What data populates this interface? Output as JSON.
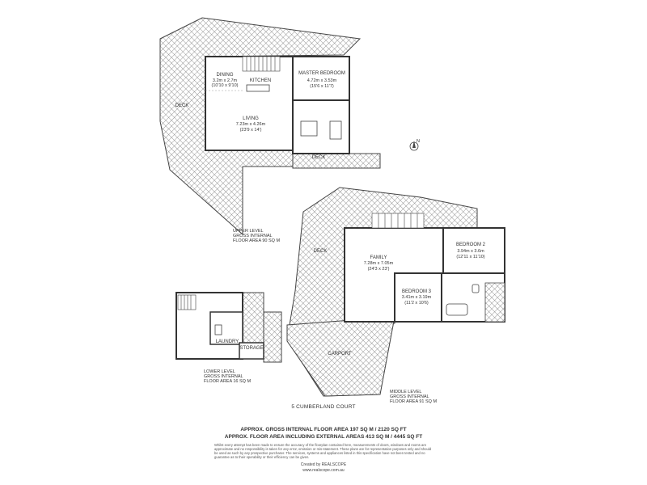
{
  "upper_level": {
    "rooms": [
      {
        "name": "DINING",
        "dims": "3.2m x 2.7m",
        "imperial": "(10'10 x 9'10)"
      },
      {
        "name": "KITCHEN",
        "dims": "",
        "imperial": ""
      },
      {
        "name": "MASTER BEDROOM",
        "dims": "4.72m x 3.53m",
        "imperial": "(15'6 x 11'7)"
      },
      {
        "name": "LIVING",
        "dims": "7.23m x 4.26m",
        "imperial": "(23'9 x 14')"
      }
    ],
    "deck_labels": [
      "DECK",
      "DECK"
    ],
    "area_lines": [
      "UPPER LEVEL",
      "GROSS INTERNAL",
      "FLOOR AREA 90 SQ M"
    ]
  },
  "middle_level": {
    "rooms": [
      {
        "name": "BEDROOM 2",
        "dims": "3.94m x 3.6m",
        "imperial": "(12'11 x 11'10)"
      },
      {
        "name": "FAMILY",
        "dims": "7.28m x 7.05m",
        "imperial": "(24'3 x 23')"
      },
      {
        "name": "BEDROOM 3",
        "dims": "3.41m x 3.19m",
        "imperial": "(11'2 x 10'6)"
      }
    ],
    "deck_label": "DECK",
    "carport_label": "CARPORT",
    "area_lines": [
      "MIDDLE LEVEL",
      "GROSS INTERNAL",
      "FLOOR AREA 91 SQ M"
    ]
  },
  "lower_level": {
    "rooms": [
      {
        "name": "LAUNDRY"
      },
      {
        "name": "STORAGE"
      }
    ],
    "area_lines": [
      "LOWER LEVEL",
      "GROSS INTERNAL",
      "FLOOR AREA 16 SQ M"
    ]
  },
  "compass_label": "N",
  "address": "5 CUMBERLAND COURT",
  "totals": {
    "line1": "APPROX. GROSS INTERNAL FLOOR AREA 197 SQ M / 2120 SQ FT",
    "line2": "APPROX. FLOOR AREA INCLUDING EXTERNAL AREAS 413 SQ M / 4445 SQ FT"
  },
  "disclaimer": "Whilst every attempt has been made to ensure the accuracy of the floorplan contained here, measurements of doors, windows and rooms are approximate and no responsibility is taken for any error, omission or mis-statement. These plans are for representation purposes only and should be used as such by any prospective purchaser. The services, systems and appliances listed in this specification have not been tested and no guarantee as to their operability or their efficiency can be given.",
  "credit": "Created by REALSCOPE",
  "credit_url": "www.realscope.com.au",
  "colors": {
    "wall": "#3a3a3a",
    "hatch": "#555555",
    "text": "#333333"
  }
}
